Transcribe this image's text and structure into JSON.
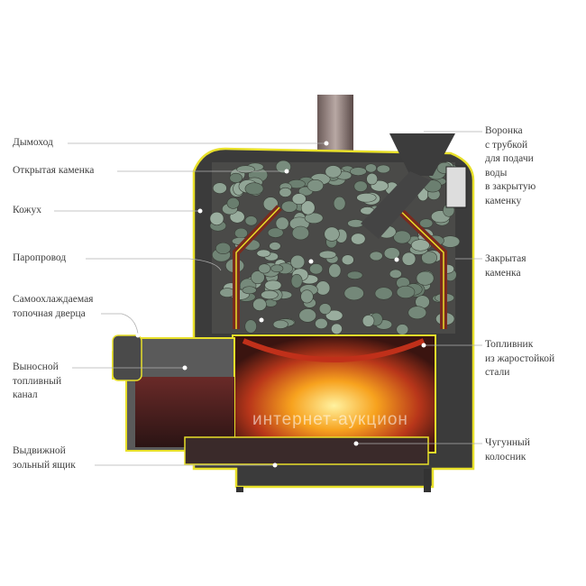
{
  "diagram": {
    "labels_left": [
      {
        "id": "chimney",
        "lines": [
          "Дымоход"
        ]
      },
      {
        "id": "open-stones",
        "lines": [
          "Открытая каменка"
        ]
      },
      {
        "id": "casing",
        "lines": [
          "Кожух"
        ]
      },
      {
        "id": "steam-duct",
        "lines": [
          "Паропровод"
        ]
      },
      {
        "id": "firebox-door",
        "lines": [
          "Самоохлаждаемая",
          "топочная дверца"
        ]
      },
      {
        "id": "fuel-channel",
        "lines": [
          "Выносной",
          "топливный",
          "канал"
        ]
      },
      {
        "id": "ash-drawer",
        "lines": [
          "Выдвижной",
          "зольный ящик"
        ]
      }
    ],
    "labels_right": [
      {
        "id": "water-funnel",
        "lines": [
          "Воронка",
          "с трубкой",
          "для подачи",
          "воды",
          "в закрытую",
          "каменку"
        ]
      },
      {
        "id": "closed-stones",
        "lines": [
          "Закрытая",
          "каменка"
        ]
      },
      {
        "id": "firebox",
        "lines": [
          "Топливник",
          "из жаростойкой",
          "стали"
        ]
      },
      {
        "id": "grate",
        "lines": [
          "Чугунный",
          "колосник"
        ]
      }
    ],
    "watermark": "интернет-аукцион",
    "colors": {
      "outline": "#e8e02a",
      "body": "#3a3a3a",
      "fire": "#f08a1c",
      "stone": "#8fa08c"
    }
  }
}
